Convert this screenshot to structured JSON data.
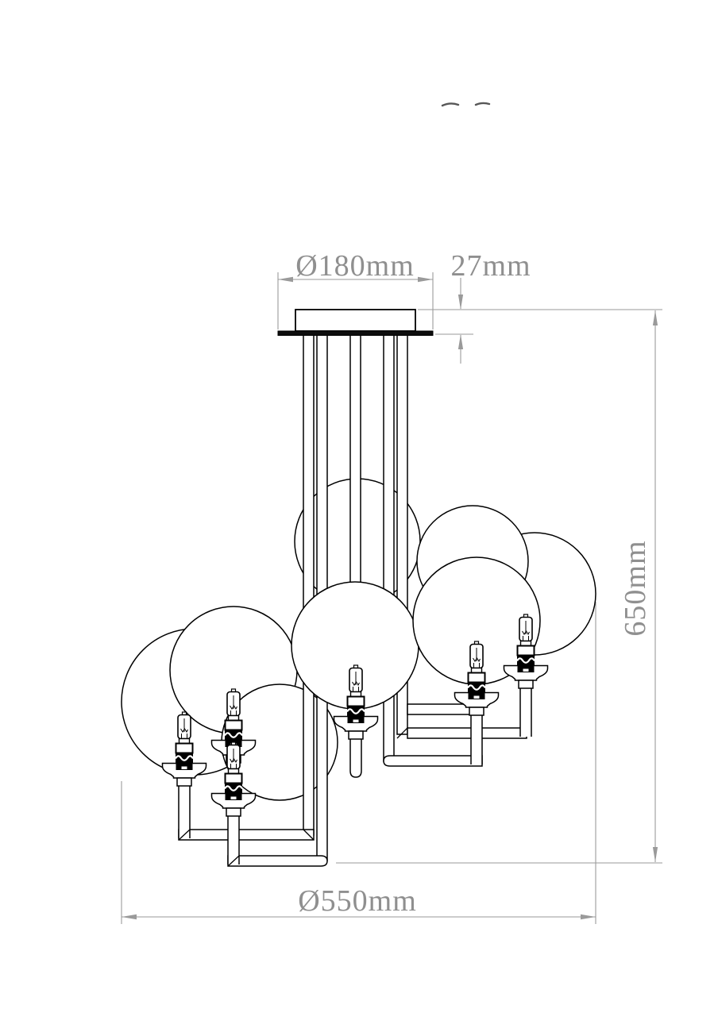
{
  "meta": {
    "drawing_type": "technical dimension drawing",
    "subject": "multi-globe ceiling chandelier, front elevation"
  },
  "dimensions": {
    "canopy_diameter": {
      "label": "Ø180mm",
      "value": 180,
      "unit": "mm"
    },
    "canopy_height": {
      "label": "27mm",
      "value": 27,
      "unit": "mm"
    },
    "overall_height": {
      "label": "650mm",
      "value": 650,
      "unit": "mm"
    },
    "overall_diameter": {
      "label": "Ø550mm",
      "value": 550,
      "unit": "mm"
    }
  },
  "components": {
    "globe_count": 8,
    "visible_bulb_count": 6,
    "hanger_rod_count": 5
  },
  "colors": {
    "line": "#000000",
    "dimension_line": "#9a9a9a",
    "dimension_text": "#8f8f8f",
    "background": "#ffffff"
  }
}
